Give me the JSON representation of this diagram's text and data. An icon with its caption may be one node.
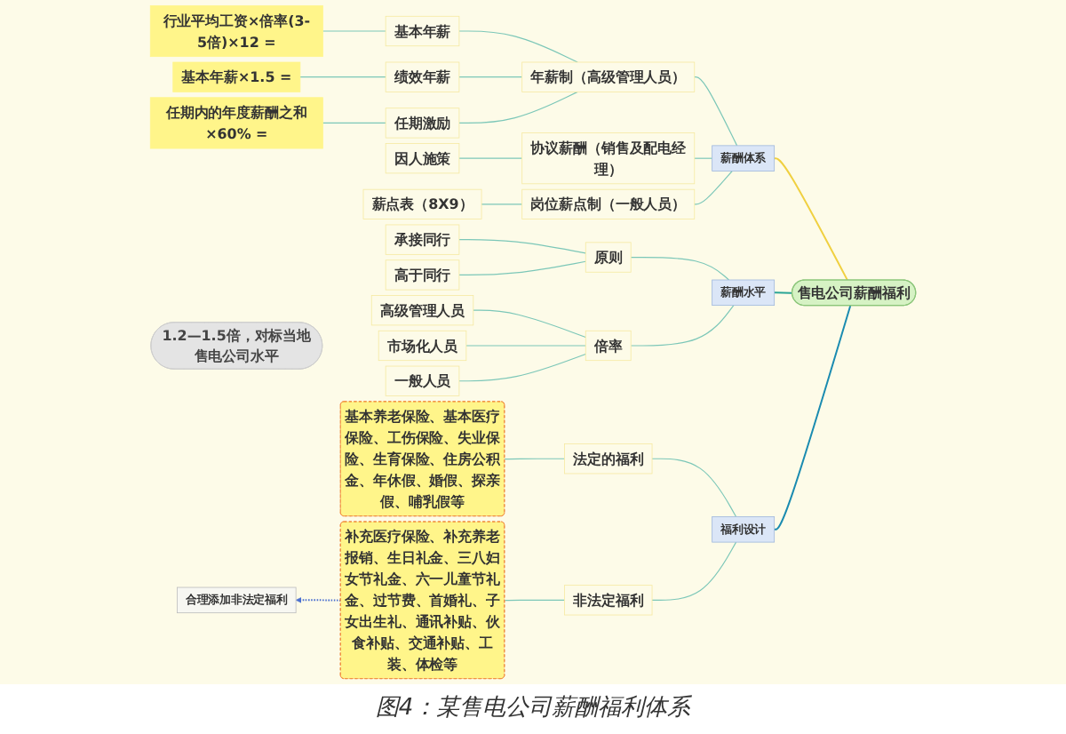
{
  "diagram": {
    "caption": "图4：某售电公司薪酬福利体系",
    "nodes": [
      {
        "text": [
          "售电公司薪酬福利"
        ]
      },
      {
        "text": [
          "薪酬体系"
        ]
      },
      {
        "text": [
          "年薪制（高级管理人员）"
        ]
      },
      {
        "text": [
          "基本年薪"
        ]
      },
      {
        "text": [
          "行业平均工资×倍率(3-5倍)×12 ="
        ]
      },
      {
        "text": [
          "绩效年薪"
        ]
      },
      {
        "text": [
          "基本年薪×1.5 ="
        ]
      },
      {
        "text": [
          "任期激励"
        ]
      },
      {
        "text": [
          "任期内的年度薪酬之和×60% ="
        ]
      },
      {
        "text": [
          "协议薪酬（销售及配电经理）"
        ]
      },
      {
        "text": [
          "因人施策"
        ]
      },
      {
        "text": [
          "岗位薪点制（一般人员）"
        ]
      },
      {
        "text": [
          "薪点表（8X9）"
        ]
      },
      {
        "text": [
          "薪酬水平"
        ]
      },
      {
        "text": [
          "原则"
        ]
      },
      {
        "text": [
          "承接同行"
        ]
      },
      {
        "text": [
          "高于同行"
        ]
      },
      {
        "text": [
          "倍率"
        ]
      },
      {
        "text": [
          "高级管理人员"
        ]
      },
      {
        "text": [
          "市场化人员"
        ]
      },
      {
        "text": [
          "一般人员"
        ]
      },
      {
        "text": [
          "1.2—1.5倍，对标当地售电公司水平"
        ]
      },
      {
        "text": [
          "福利设计"
        ]
      },
      {
        "text": [
          "法定的福利"
        ]
      },
      {
        "text": [
          "基本养老保险、基本医疗保险、工伤保险、失业保险、生育保险、住房公积金、年休假、婚假、探亲假、哺乳假等"
        ]
      },
      {
        "text": [
          "非法定福利"
        ]
      },
      {
        "text": [
          "补充医疗保险、补充养老报销、生日礼金、三八妇女节礼金、六一儿童节礼金、过节费、首婚礼、子女出生礼、通讯补贴、伙食补贴、交通补贴、工装、体检等"
        ]
      },
      {
        "text": [
          "合理添加非法定福利"
        ]
      }
    ],
    "edges": [
      {
        "from": 0,
        "to": 1,
        "arrow": "none",
        "color": "#f0d040"
      },
      {
        "from": 1,
        "to": 2,
        "arrow": "none"
      },
      {
        "from": 2,
        "to": 3,
        "arrow": "none"
      },
      {
        "from": 3,
        "to": 4,
        "arrow": "none"
      },
      {
        "from": 2,
        "to": 5,
        "arrow": "none"
      },
      {
        "from": 5,
        "to": 6,
        "arrow": "none"
      },
      {
        "from": 2,
        "to": 7,
        "arrow": "none"
      },
      {
        "from": 7,
        "to": 8,
        "arrow": "none"
      },
      {
        "from": 1,
        "to": 9,
        "arrow": "none"
      },
      {
        "from": 9,
        "to": 10,
        "arrow": "none"
      },
      {
        "from": 1,
        "to": 11,
        "arrow": "none"
      },
      {
        "from": 11,
        "to": 12,
        "arrow": "none"
      },
      {
        "from": 0,
        "to": 13,
        "arrow": "none",
        "color": "#2aa596"
      },
      {
        "from": 13,
        "to": 14,
        "arrow": "none"
      },
      {
        "from": 14,
        "to": 15,
        "arrow": "none"
      },
      {
        "from": 14,
        "to": 16,
        "arrow": "none"
      },
      {
        "from": 13,
        "to": 17,
        "arrow": "none"
      },
      {
        "from": 17,
        "to": 18,
        "arrow": "none"
      },
      {
        "from": 17,
        "to": 19,
        "arrow": "none"
      },
      {
        "from": 17,
        "to": 20,
        "arrow": "none"
      },
      {
        "from": 0,
        "to": 22,
        "arrow": "none",
        "color": "#1a8bb0"
      },
      {
        "from": 22,
        "to": 23,
        "arrow": "none"
      },
      {
        "from": 23,
        "to": 24,
        "arrow": "none"
      },
      {
        "from": 22,
        "to": 25,
        "arrow": "none"
      },
      {
        "from": 25,
        "to": 26,
        "arrow": "none"
      },
      {
        "from": 26,
        "to": 27,
        "arrow": "to",
        "style": "dashed",
        "color": "#4a6fd0"
      }
    ]
  }
}
